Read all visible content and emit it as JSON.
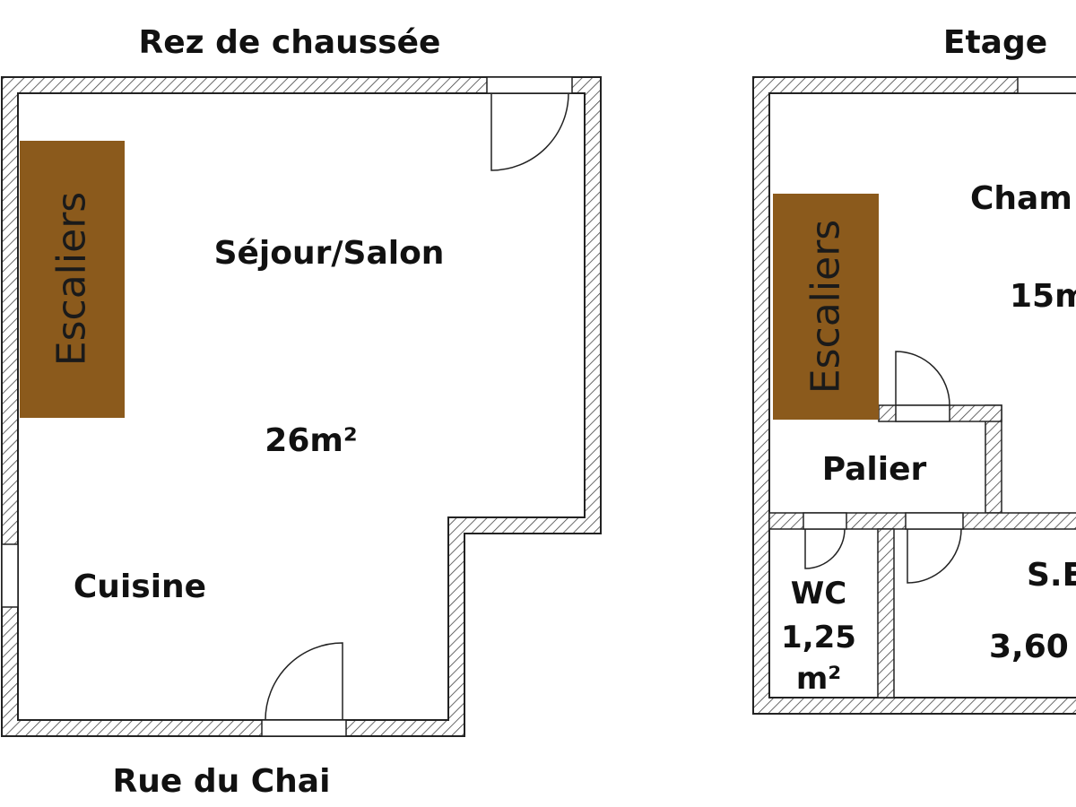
{
  "colors": {
    "wall_outline": "#222222",
    "wall_hatch": "#444444",
    "stairs_fill": "#8b5a1c",
    "background": "#ffffff"
  },
  "ground_floor": {
    "title": "Rez de chaussée",
    "rooms": {
      "living": {
        "name": "Séjour/Salon",
        "area": "26m²"
      },
      "kitchen": {
        "name": "Cuisine"
      }
    },
    "stairs": "Escaliers",
    "street": "Rue du Chai"
  },
  "upper_floor": {
    "title": "Etage",
    "rooms": {
      "bedroom": {
        "name": "Cham",
        "area": "15m"
      },
      "landing": {
        "name": "Palier"
      },
      "wc": {
        "name": "WC",
        "area_line1": "1,25",
        "area_line2": "m²"
      },
      "bathroom": {
        "name": "S.E",
        "area": "3,60"
      }
    },
    "stairs": "Escaliers"
  }
}
